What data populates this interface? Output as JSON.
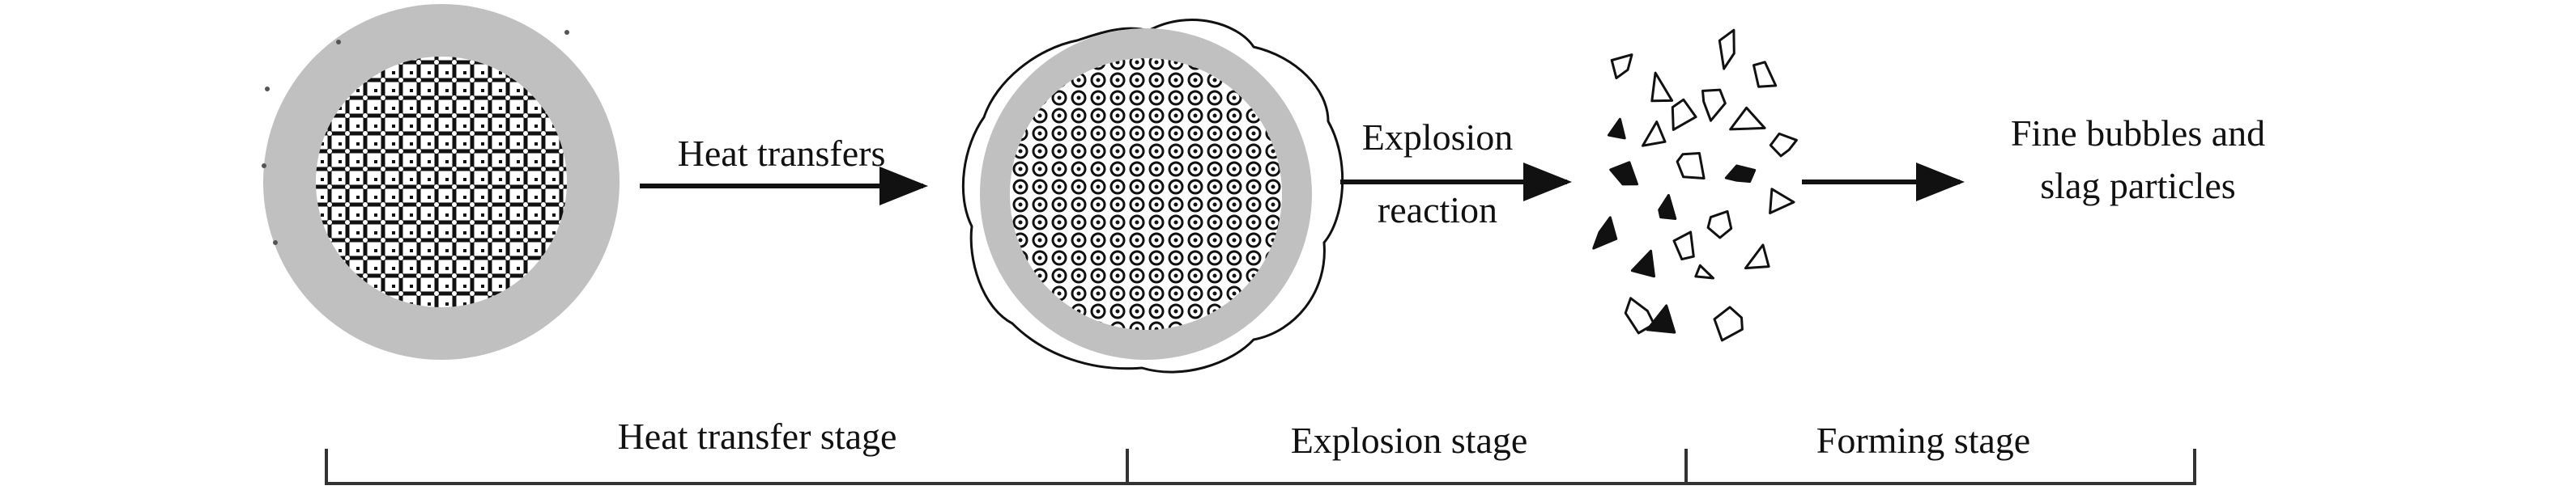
{
  "labels": {
    "heat_transfers": "Heat transfers",
    "explosion_line1": "Explosion",
    "explosion_line2": "reaction",
    "result_line1": "Fine bubbles and",
    "result_line2": "slag particles"
  },
  "stages": {
    "heat_transfer": "Heat transfer stage",
    "explosion": "Explosion stage",
    "forming": "Forming stage"
  },
  "colors": {
    "shell": "#c0c0c0",
    "ink": "#111111"
  }
}
